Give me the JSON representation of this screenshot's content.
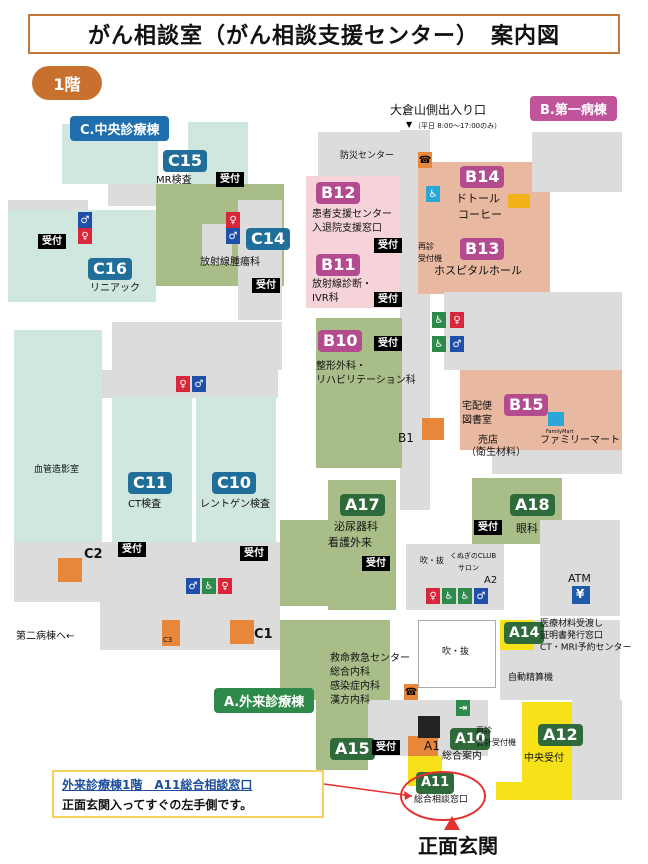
{
  "header": {
    "title": "がん相談室（がん相談支援センター）　案内図"
  },
  "floor": {
    "label": "1階"
  },
  "buildings": {
    "a": "A.外来診療棟",
    "b": "B.第一病棟",
    "c": "C.中央診療棟"
  },
  "entrance": {
    "okurayama_label": "大倉山側出入り口",
    "okurayama_hours": "（平日 8:00～17:00のみ）",
    "main_label": "正面玄関",
    "second_ward_label": "第二病棟へ←"
  },
  "reception_label": "受付",
  "rooms": {
    "c15": {
      "code": "C15",
      "name": "MR検査"
    },
    "c14": {
      "code": "C14",
      "name": "放射線腫瘍科"
    },
    "c16": {
      "code": "C16",
      "name": "リニアック"
    },
    "c11": {
      "code": "C11",
      "name": "CT検査"
    },
    "c10": {
      "code": "C10",
      "name": "レントゲン検査"
    },
    "c2": {
      "code": "C2"
    },
    "c1": {
      "code": "C1"
    },
    "c3": {
      "code": "C3"
    },
    "angio": {
      "name": "血管造影室"
    },
    "b12": {
      "code": "B12",
      "name1": "患者支援センター",
      "name2": "入退院支援窓口"
    },
    "b11": {
      "code": "B11",
      "name1": "放射線診断・",
      "name2": "IVR科"
    },
    "b10": {
      "code": "B10",
      "name1": "整形外科・",
      "name2": "リハビリテーション科"
    },
    "b14": {
      "code": "B14",
      "name1": "ドトール",
      "name2": "コーヒー"
    },
    "b13": {
      "code": "B13",
      "name": "ホスピタルホール"
    },
    "b15": {
      "code": "B15",
      "name1": "宅配便",
      "name2": "図書室"
    },
    "b1": {
      "code": "B1"
    },
    "disaster": {
      "name": "防災センター"
    },
    "reentry": {
      "name1": "再診",
      "name2": "受付機"
    },
    "shop": {
      "name1": "売店",
      "name2": "（衛生材料）"
    },
    "familymart": {
      "name": "ファミリーマート",
      "logo": "FamilyMart"
    },
    "a17": {
      "code": "A17",
      "name1": "泌尿器科",
      "name2": "看護外来"
    },
    "a18": {
      "code": "A18",
      "name": "眼科"
    },
    "a14": {
      "code": "A14",
      "name1": "医療材料受渡し",
      "name2": "証明書発行窓口",
      "name3": "CT・MRI予約センター"
    },
    "a15": {
      "code": "A15"
    },
    "a10": {
      "code": "A10",
      "name": "総合案内"
    },
    "a11": {
      "code": "A11",
      "name": "総合相談窓口"
    },
    "a12": {
      "code": "A12",
      "name": "中央受付"
    },
    "a1": {
      "code": "A1"
    },
    "a2": {
      "code": "A2"
    },
    "emergency": {
      "name1": "救命救急センター",
      "name2": "総合内科",
      "name3": "感染症内科",
      "name4": "漢方内科"
    },
    "atrium": {
      "name": "吹・抜"
    },
    "atrium_small": {
      "name": "吹・抜"
    },
    "kunugi": {
      "name1": "くぬぎのCLUB",
      "name2": "サロン"
    },
    "atm": {
      "name": "ATM",
      "symbol": "¥"
    },
    "payment": {
      "name": "自動精算機"
    },
    "reentry_pay": {
      "name1": "再診",
      "name2": "会計受付機"
    }
  },
  "callout": {
    "line1": "外来診療棟1階　A11総合相談窓口",
    "line2": "正面玄関入ってすぐの左手側です。"
  },
  "colors": {
    "accent_orange": "#c8712e",
    "title_border": "#c0783a",
    "bldg_a": "#2e8a4a",
    "bldg_b": "#c0549a",
    "bldg_c": "#1f6fae",
    "callout_border": "#f6d35b",
    "red_circle": "#e53030"
  }
}
